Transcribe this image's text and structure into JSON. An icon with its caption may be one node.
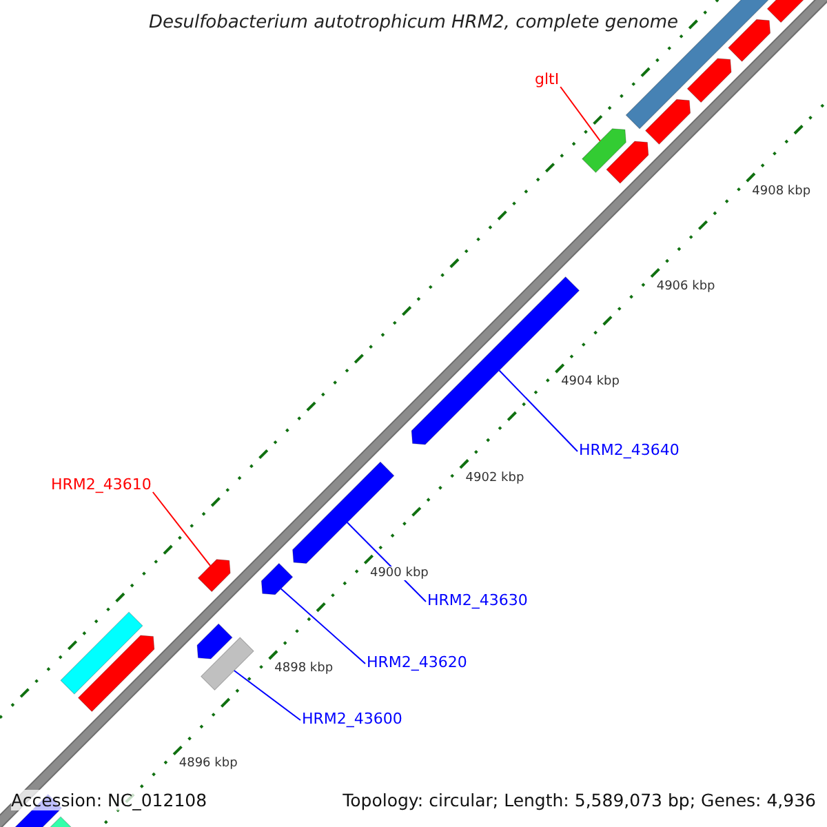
{
  "diagram": {
    "title": "Desulfobacterium autotrophicum HRM2, complete genome",
    "nodes": [
      {
        "text": [
          "gltI"
        ]
      },
      {
        "text": [],
        "shape": "bar"
      },
      {
        "text": [
          "HRM2_43640"
        ]
      },
      {
        "text": [],
        "shape": "bar"
      },
      {
        "text": [
          "HRM2_43610"
        ]
      },
      {
        "text": [],
        "shape": "bar"
      },
      {
        "text": [
          "HRM2_43630"
        ]
      },
      {
        "text": [],
        "shape": "bar"
      },
      {
        "text": [
          "HRM2_43620"
        ]
      },
      {
        "text": [],
        "shape": "bar"
      },
      {
        "text": [
          "HRM2_43600"
        ]
      },
      {
        "text": [],
        "shape": "bar"
      }
    ],
    "edges": [
      {
        "from": 0,
        "to": 1,
        "arrow": "none",
        "color": "#ff0000"
      },
      {
        "from": 2,
        "to": 3,
        "arrow": "none"
      },
      {
        "from": 4,
        "to": 5,
        "arrow": "none",
        "color": "#ff0000"
      },
      {
        "from": 6,
        "to": 7,
        "arrow": "none"
      },
      {
        "from": 8,
        "to": 9,
        "arrow": "none"
      },
      {
        "from": 10,
        "to": 11,
        "arrow": "none"
      }
    ],
    "labels": [
      "4908 kbp",
      "4906 kbp",
      "4904 kbp",
      "4902 kbp",
      "4900 kbp",
      "4898 kbp",
      "4896 kbp",
      "Accession: NC_012108",
      "Topology: circular; Length: 5,589,073 bp; Genes: 4,936"
    ]
  }
}
